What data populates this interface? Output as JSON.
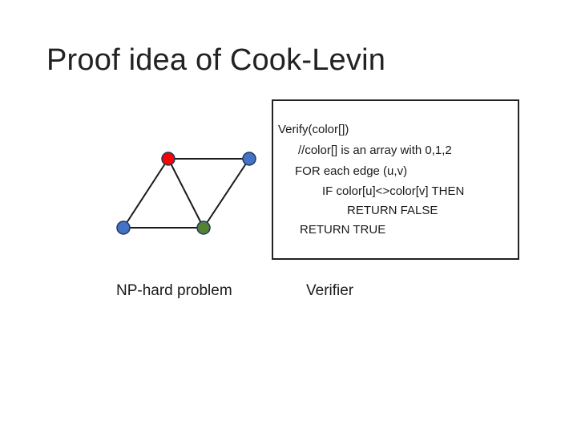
{
  "slide": {
    "title": "Proof idea of Cook-Levin"
  },
  "graph": {
    "nodes": [
      {
        "id": "top-left",
        "color": "#ff0000"
      },
      {
        "id": "top-right",
        "color": "#4472c4"
      },
      {
        "id": "bottom-left",
        "color": "#4472c4"
      },
      {
        "id": "bottom-middle",
        "color": "#548235"
      }
    ],
    "caption": "NP-hard problem"
  },
  "verifier": {
    "code": [
      "Verify(color[])",
      "//color[] is an array with 0,1,2",
      "FOR each edge (u,v)",
      "IF color[u]<>color[v] THEN",
      "RETURN FALSE",
      "RETURN TRUE"
    ],
    "caption": "Verifier"
  }
}
